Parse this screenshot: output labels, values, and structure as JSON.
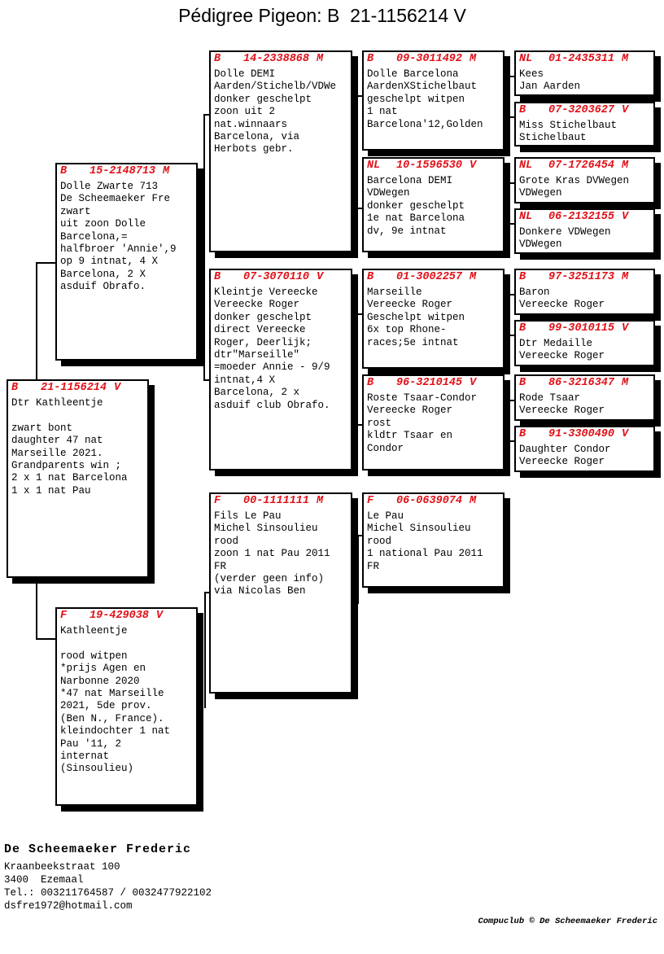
{
  "title": "Pédigree Pigeon: B  21-1156214 V",
  "colors": {
    "ring_red": "#e01119",
    "line_black": "#000000"
  },
  "boxes": {
    "root": {
      "ring": {
        "country": "B",
        "number": "21-1156214",
        "sex": "V"
      },
      "lines": [
        "Dtr Kathleentje",
        "",
        "zwart bont",
        "daughter 47 nat",
        "Marseille 2021.",
        "Grandparents win ;",
        "2 x 1 nat Barcelona",
        "1 x 1 nat Pau"
      ]
    },
    "sire": {
      "ring": {
        "country": "B",
        "number": "15-2148713",
        "sex": "M"
      },
      "lines": [
        "Dolle Zwarte 713",
        "De Scheemaeker Fre",
        "zwart",
        "uit zoon Dolle",
        "Barcelona,=",
        "halfbroer 'Annie',9",
        "op 9 intnat, 4 X",
        "Barcelona, 2 X",
        "asduif Obrafo."
      ]
    },
    "dam": {
      "ring": {
        "country": "F",
        "number": "19-429038",
        "sex": "V"
      },
      "lines": [
        "Kathleentje",
        "",
        "rood witpen",
        "*prijs Agen en",
        "Narbonne 2020",
        "*47 nat Marseille",
        "2021, 5de prov.",
        "(Ben N., France).",
        "kleindochter 1 nat",
        "Pau '11, 2",
        "internat",
        "(Sinsoulieu)"
      ]
    },
    "ss": {
      "ring": {
        "country": "B",
        "number": "14-2338868",
        "sex": "M"
      },
      "lines": [
        "Dolle DEMI",
        "Aarden/Stichelb/VDWe",
        "donker geschelpt",
        "zoon uit 2",
        "nat.winnaars",
        "Barcelona, via",
        "Herbots gebr."
      ]
    },
    "sd": {
      "ring": {
        "country": "B",
        "number": "07-3070110",
        "sex": "V"
      },
      "lines": [
        "Kleintje Vereecke",
        "Vereecke Roger",
        "donker geschelpt",
        "direct Vereecke",
        "Roger, Deerlijk;",
        "dtr\"Marseille\"",
        "=moeder Annie - 9/9",
        "intnat,4 X",
        "Barcelona, 2 x",
        "asduif club Obrafo."
      ]
    },
    "ds": {
      "ring": {
        "country": "F",
        "number": "00-1111111",
        "sex": "M"
      },
      "lines": [
        "Fils Le Pau",
        "Michel Sinsoulieu",
        "rood",
        "zoon 1 nat Pau 2011",
        "FR",
        "(verder geen info)",
        "via Nicolas Ben"
      ]
    },
    "sss": {
      "ring": {
        "country": "B",
        "number": "09-3011492",
        "sex": "M"
      },
      "lines": [
        "Dolle Barcelona",
        "AardenXStichelbaut",
        "geschelpt witpen",
        "1 nat",
        "Barcelona'12,Golden"
      ]
    },
    "ssd": {
      "ring": {
        "country": "NL",
        "number": "10-1596530",
        "sex": "V"
      },
      "lines": [
        "Barcelona DEMI",
        "VDWegen",
        "donker geschelpt",
        "1e nat Barcelona",
        "dv, 9e intnat"
      ]
    },
    "sds": {
      "ring": {
        "country": "B",
        "number": "01-3002257",
        "sex": "M"
      },
      "lines": [
        "Marseille",
        "Vereecke Roger",
        "Geschelpt witpen",
        "6x top Rhone-",
        "races;5e intnat"
      ]
    },
    "sdd": {
      "ring": {
        "country": "B",
        "number": "96-3210145",
        "sex": "V"
      },
      "lines": [
        "Roste Tsaar-Condor",
        "Vereecke Roger",
        "rost",
        "kldtr Tsaar en",
        "Condor"
      ]
    },
    "dss": {
      "ring": {
        "country": "F",
        "number": "06-0639074",
        "sex": "M"
      },
      "lines": [
        "Le Pau",
        "Michel Sinsoulieu",
        "rood",
        "1 national Pau 2011",
        "FR"
      ]
    },
    "ssss": {
      "ring": {
        "country": "NL",
        "number": "01-2435311",
        "sex": "M"
      },
      "lines": [
        "Kees",
        "Jan Aarden"
      ]
    },
    "sssd": {
      "ring": {
        "country": "B",
        "number": "07-3203627",
        "sex": "V"
      },
      "lines": [
        "Miss Stichelbaut",
        "Stichelbaut"
      ]
    },
    "ssds": {
      "ring": {
        "country": "NL",
        "number": "07-1726454",
        "sex": "M"
      },
      "lines": [
        "Grote Kras DVWegen",
        "VDWegen"
      ]
    },
    "ssdd": {
      "ring": {
        "country": "NL",
        "number": "06-2132155",
        "sex": "V"
      },
      "lines": [
        "Donkere VDWegen",
        "VDWegen"
      ]
    },
    "sdss": {
      "ring": {
        "country": "B",
        "number": "97-3251173",
        "sex": "M"
      },
      "lines": [
        "Baron",
        "Vereecke Roger"
      ]
    },
    "sdsd": {
      "ring": {
        "country": "B",
        "number": "99-3010115",
        "sex": "V"
      },
      "lines": [
        "Dtr Medaille",
        "Vereecke Roger"
      ]
    },
    "sdds": {
      "ring": {
        "country": "B",
        "number": "86-3216347",
        "sex": "M"
      },
      "lines": [
        "Rode Tsaar",
        "Vereecke Roger"
      ]
    },
    "sddd": {
      "ring": {
        "country": "B",
        "number": "91-3300490",
        "sex": "V"
      },
      "lines": [
        "Daughter Condor",
        "Vereecke Roger"
      ]
    }
  },
  "owner": {
    "name": "De Scheemaeker Frederic",
    "address_lines": [
      "Kraanbeekstraat 100",
      "3400  Ezemaal",
      "Tel.: 003211764587 / 0032477922102",
      "dsfre1972@hotmail.com"
    ]
  },
  "credit": "Compuclub © De Scheemaeker Frederic"
}
